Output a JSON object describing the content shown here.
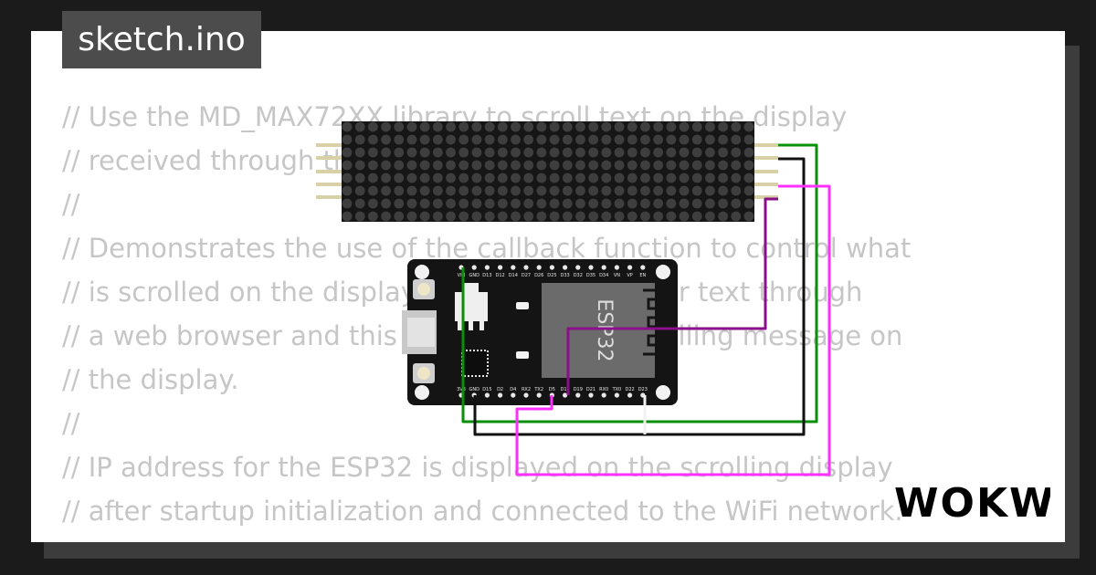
{
  "tab": {
    "filename": "sketch.ino"
  },
  "code_lines": [
    "// Use the MD_MAX72XX library to scroll text on the display",
    "// received through the ESP32 WiFi interface.",
    "//",
    "// Demonstrates the use of the callback function to control what",
    "// is scrolled on the display text. User can enter text through",
    "// a web browser and this will display as a scrolling message on",
    "// the display.",
    "//",
    "// IP address for the ESP32 is displayed on the scrolling display",
    "// after startup initialization and connected to the WiFi network.",
    "//"
  ],
  "esp32": {
    "chip_label": "ESP32",
    "top_pins": [
      "VIN",
      "GND",
      "D13",
      "D12",
      "D14",
      "D27",
      "D26",
      "D25",
      "D33",
      "D32",
      "D35",
      "D34",
      "VN",
      "VP",
      "EN"
    ],
    "bottom_pins": [
      "3V3",
      "GND",
      "D15",
      "D2",
      "D4",
      "RX2",
      "TX2",
      "D5",
      "D18",
      "D19",
      "D21",
      "RX0",
      "TX0",
      "D22",
      "D23"
    ]
  },
  "brand": {
    "logo_text": "WOKWi"
  },
  "colors": {
    "wire_green": "#0a8f0a",
    "wire_black": "#111111",
    "wire_magenta": "#ff30ff",
    "wire_purple": "#8a0f8a",
    "board": "#141414",
    "chip_module": "#6b6b6b"
  }
}
